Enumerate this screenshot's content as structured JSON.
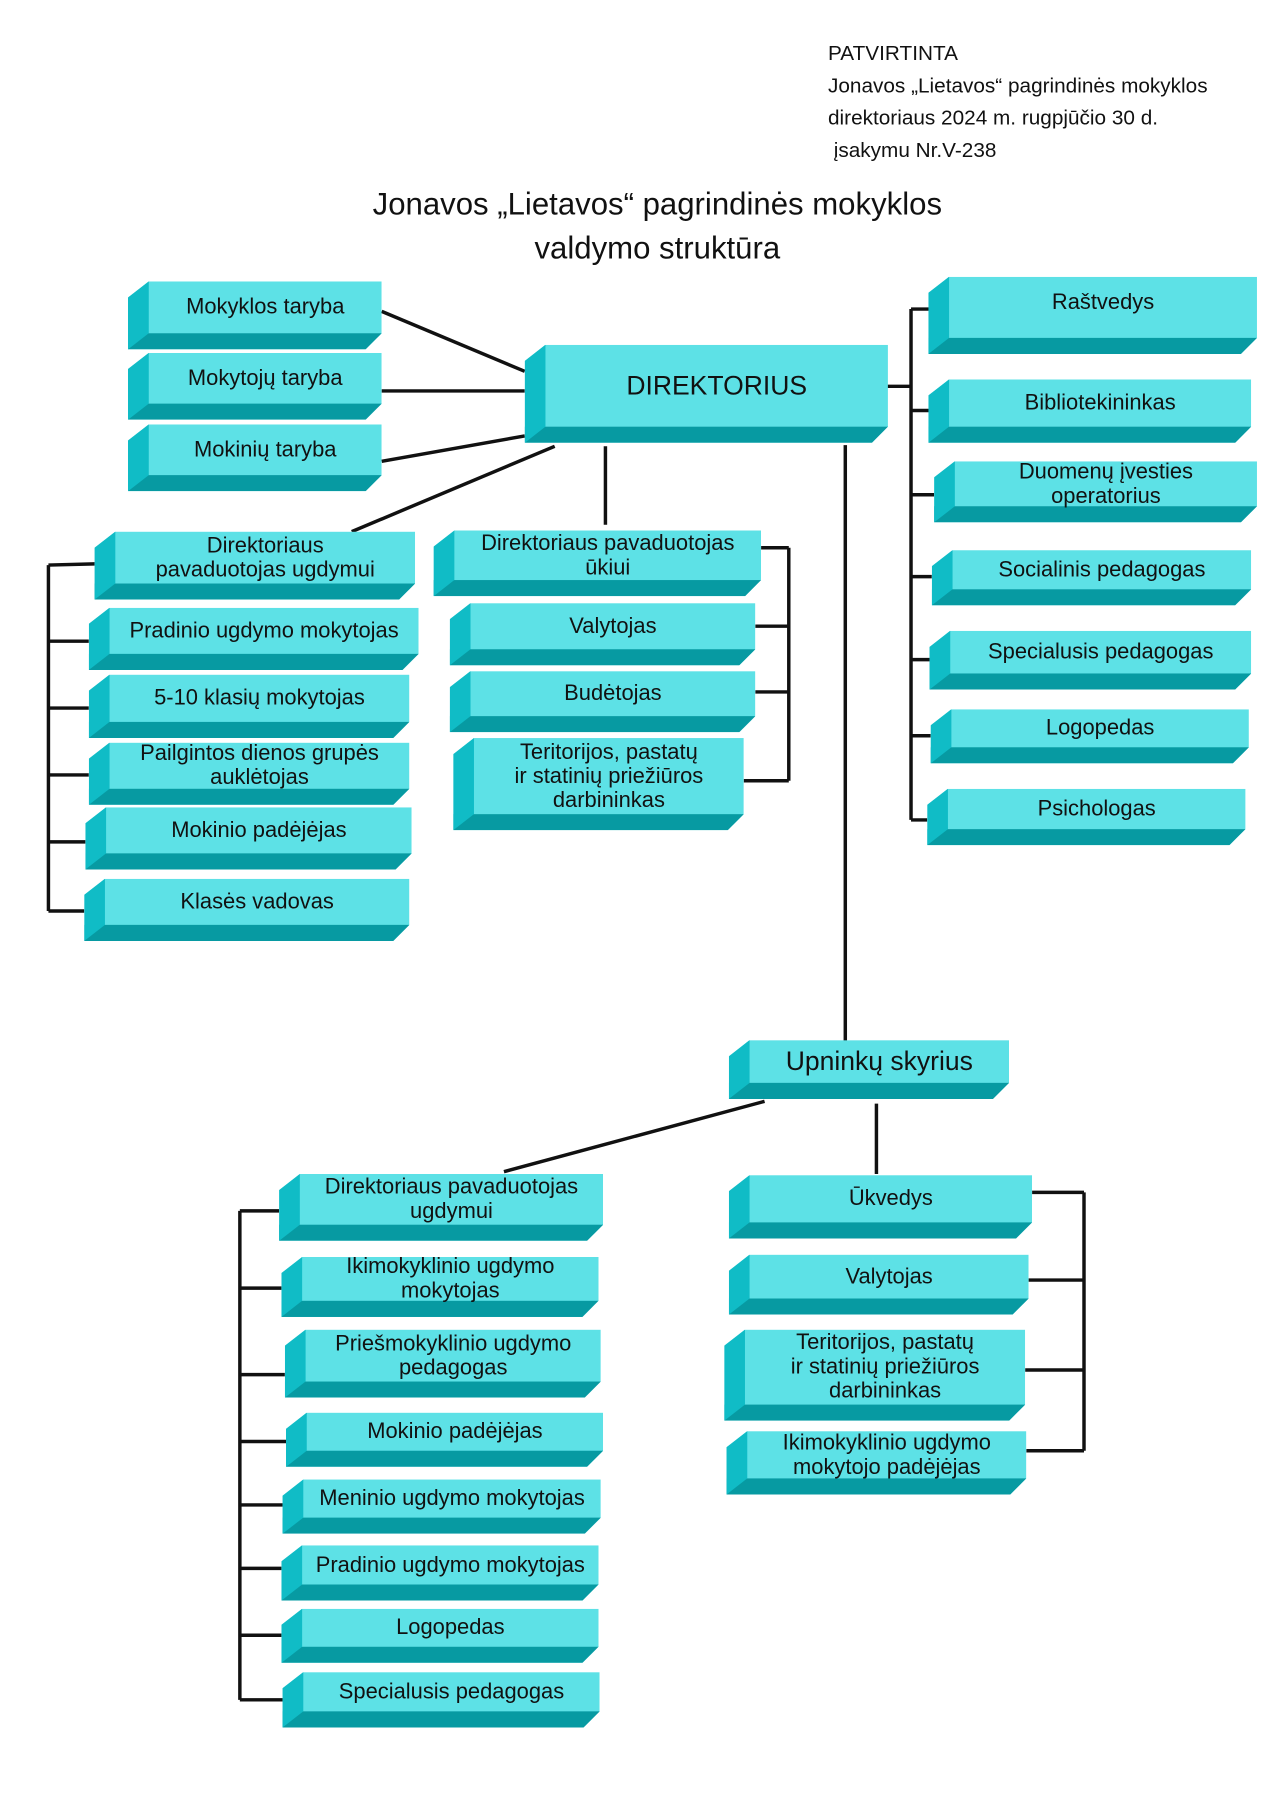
{
  "approval": {
    "lines": [
      "PATVIRTINTA",
      "Jonavos „Lietavos“ pagrindinės mokyklos",
      "direktoriaus 2024 m. rugpjūčio 30 d.",
      " įsakymu Nr.V-238"
    ]
  },
  "title": {
    "line1": "Jonavos „Lietavos“ pagrindinės mokyklos",
    "line2": "valdymo struktūra"
  },
  "colors": {
    "front": "#5de1e6",
    "side": "#10bcc6",
    "bottom": "#079aa2",
    "line": "#111111"
  },
  "councils": [
    "Mokyklos taryba",
    "Mokytojų taryba",
    "Mokinių taryba"
  ],
  "director": "DIREKTORIUS",
  "staff_right": [
    "Raštvedys",
    "Bibliotekininkas",
    "Duomenų įvesties\noperatorius",
    "Socialinis pedagogas",
    "Specialusis pedagogas",
    "Logopedas",
    "Psichologas"
  ],
  "education_branch": [
    "Direktoriaus\npavaduotojas ugdymui",
    "Pradinio ugdymo mokytojas",
    "5-10 klasių mokytojas",
    "Pailgintos dienos grupės\nauklėtojas",
    "Mokinio padėjėjas",
    "Klasės vadovas"
  ],
  "economy_branch": [
    "Direktoriaus pavaduotojas\nūkiui",
    "Valytojas",
    "Budėtojas",
    "Teritorijos, pastatų\nir statinių priežiūros\ndarbininkas"
  ],
  "division": "Upninkų skyrius",
  "division_education": [
    "Direktoriaus pavaduotojas\nugdymui",
    "Ikimokyklinio ugdymo\nmokytojas",
    "Priešmokyklinio ugdymo\npedagogas",
    "Mokinio padėjėjas",
    "Meninio ugdymo mokytojas",
    "Pradinio ugdymo mokytojas",
    "Logopedas",
    "Specialusis pedagogas"
  ],
  "division_economy": [
    "Ūkvedys",
    "Valytojas",
    "Teritorijos, pastatų\nir statinių priežiūros\ndarbininkas",
    "Ikimokyklinio ugdymo\nmokytojo padėjėjas"
  ]
}
